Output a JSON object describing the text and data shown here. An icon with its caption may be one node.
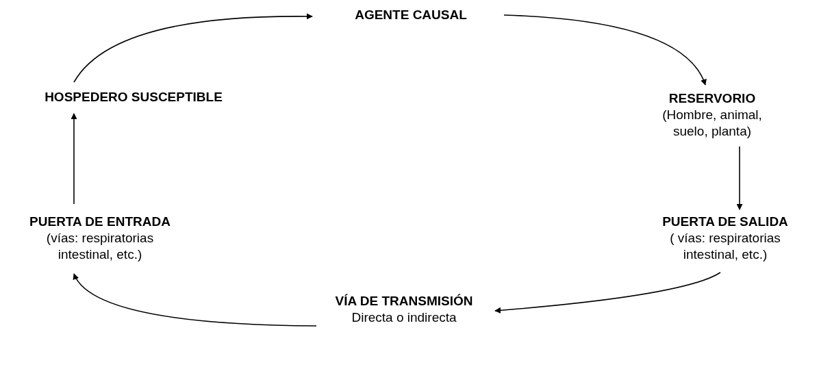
{
  "diagram": {
    "nodes": [
      {
        "text": [
          "AGENTE CAUSAL"
        ]
      },
      {
        "text": [
          "RESERVORIO",
          "(Hombre, animal, suelo, planta)"
        ]
      },
      {
        "text": [
          "PUERTA DE SALIDA",
          "( vías: respiratorias intestinal, etc.)"
        ]
      },
      {
        "text": [
          "VÍA DE TRANSMISIÓN",
          "Directa o indirecta"
        ]
      },
      {
        "text": [
          "PUERTA DE ENTRADA",
          "(vías: respiratorias intestinal, etc.)"
        ]
      },
      {
        "text": [
          "HOSPEDERO SUSCEPTIBLE"
        ]
      }
    ],
    "edges": [
      {
        "from": 0,
        "to": 1,
        "arrow": "to"
      },
      {
        "from": 1,
        "to": 2,
        "arrow": "to"
      },
      {
        "from": 2,
        "to": 3,
        "arrow": "to"
      },
      {
        "from": 3,
        "to": 4,
        "arrow": "to"
      },
      {
        "from": 4,
        "to": 5,
        "arrow": "to"
      },
      {
        "from": 5,
        "to": 0,
        "arrow": "to"
      }
    ]
  }
}
